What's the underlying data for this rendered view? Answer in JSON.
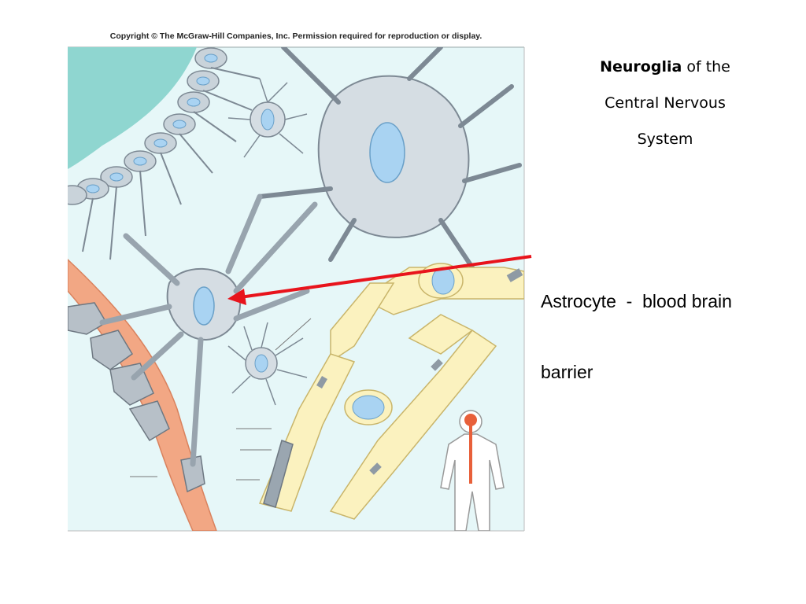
{
  "copyright": "Copyright © The McGraw-Hill Companies, Inc. Permission required for reproduction or display.",
  "title": {
    "bold": "Neuroglia",
    "rest_line1": " of the",
    "line2": "Central Nervous",
    "line3": "System"
  },
  "annotation": {
    "line1": "Astrocyte  -  blood brain",
    "line2": "barrier"
  },
  "colors": {
    "background_panel": "#e6f7f8",
    "ventricle": "#8fd6d0",
    "glia_cell": "#c9d3da",
    "glia_outline": "#7d8994",
    "nucleus": "#a9d3f2",
    "myelin": "#fbf2bf",
    "myelin_outline": "#c9b56a",
    "blood_vessel": "#f2a784",
    "arrow": "#e8141c",
    "body_outline": "#999999",
    "spinal_cord": "#e8603a"
  }
}
